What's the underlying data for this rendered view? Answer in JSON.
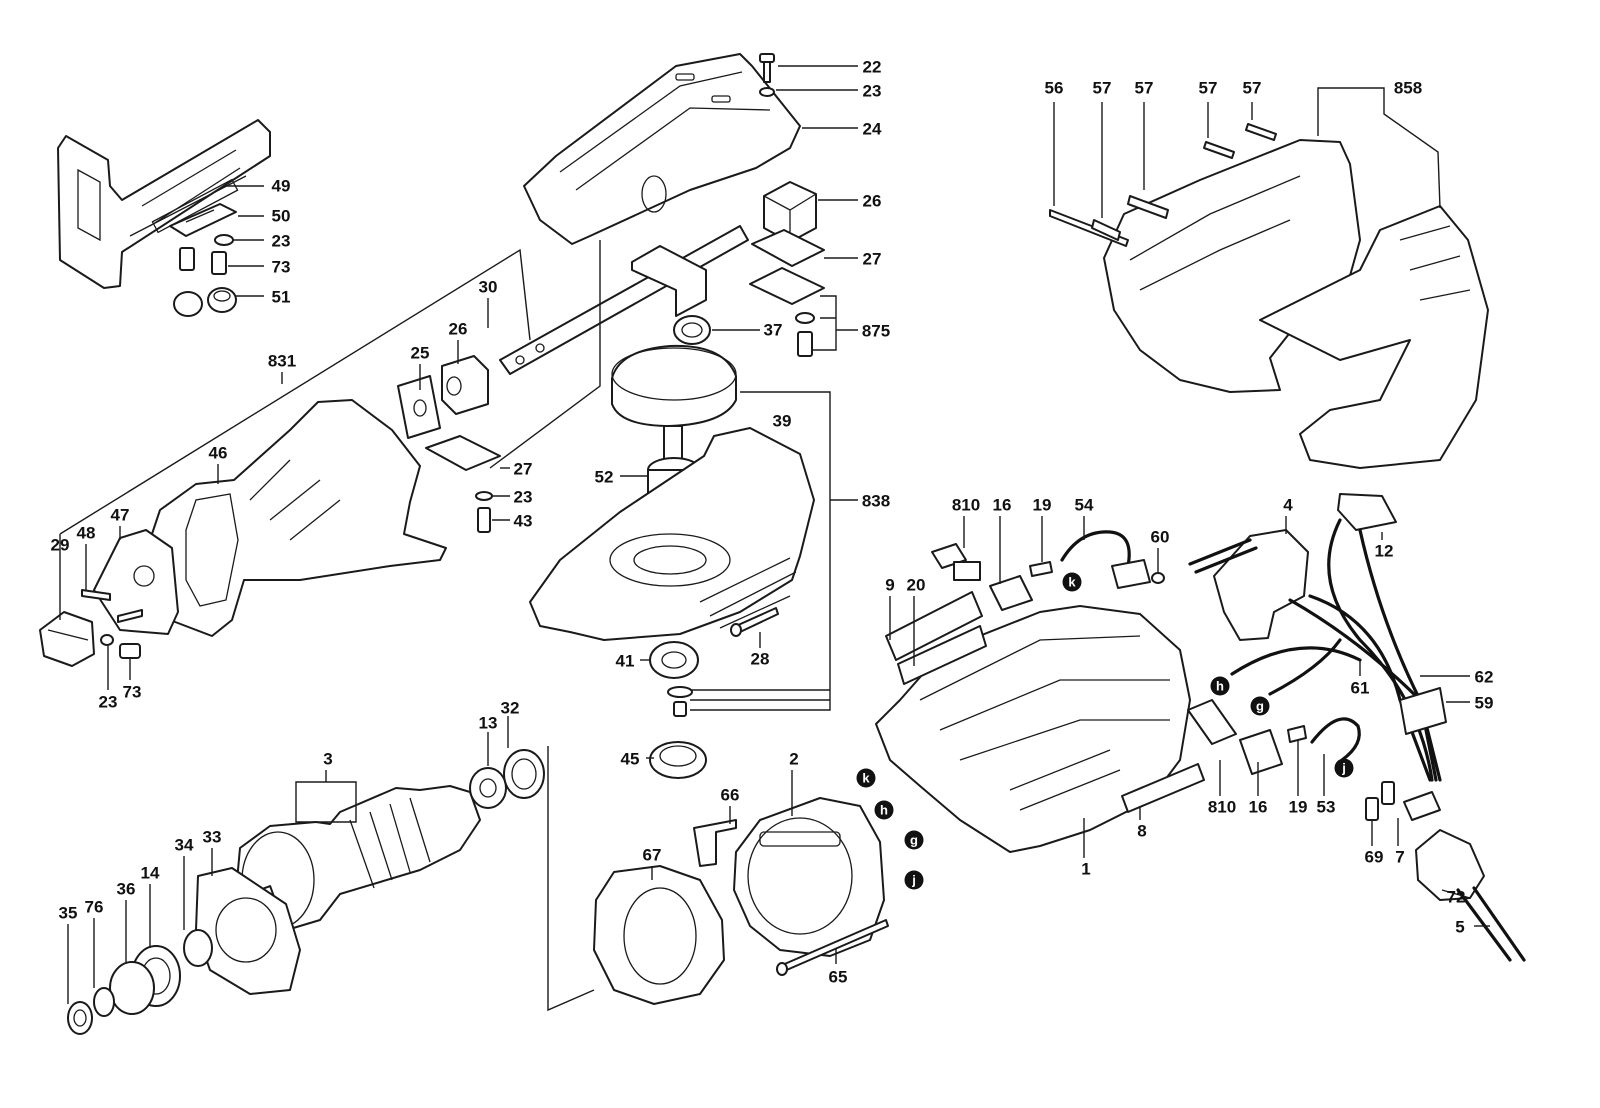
{
  "callouts": {
    "c22": "22",
    "c23a": "23",
    "c24": "24",
    "c49": "49",
    "c50": "50",
    "c23b": "23",
    "c73a": "73",
    "c51": "51",
    "c26a": "26",
    "c27a": "27",
    "c875": "875",
    "c37": "37",
    "c30": "30",
    "c26b": "26",
    "c25": "25",
    "c831": "831",
    "c46": "46",
    "c27b": "27",
    "c23c": "23",
    "c43": "43",
    "c39": "39",
    "c52": "52",
    "c838": "838",
    "c47": "47",
    "c48": "48",
    "c29": "29",
    "c23d": "23",
    "c73b": "73",
    "c28": "28",
    "c41": "41",
    "c45": "45",
    "c56": "56",
    "c57a": "57",
    "c57b": "57",
    "c57c": "57",
    "c57d": "57",
    "c858": "858",
    "c810a": "810",
    "c16a": "16",
    "c19a": "19",
    "c54": "54",
    "c60": "60",
    "c4": "4",
    "c12": "12",
    "c9": "9",
    "c20": "20",
    "c62": "62",
    "c59": "59",
    "c61": "61",
    "c13": "13",
    "c32": "32",
    "c3": "3",
    "c2": "2",
    "c66": "66",
    "c67": "67",
    "c810b": "810",
    "c16b": "16",
    "c19b": "19",
    "c53": "53",
    "c8": "8",
    "c1": "1",
    "c69": "69",
    "c7": "7",
    "c72": "72",
    "c5": "5",
    "c65": "65",
    "c34": "34",
    "c33": "33",
    "c14": "14",
    "c36": "36",
    "c76": "76",
    "c35": "35"
  },
  "markers": {
    "k1": "k",
    "h1": "h",
    "g1": "g",
    "j1": "j",
    "k2": "k",
    "h2": "h",
    "g2": "g",
    "j2": "j"
  },
  "colors": {
    "line": "#1a1a1a",
    "background": "#ffffff",
    "marker_fill": "#111111"
  }
}
